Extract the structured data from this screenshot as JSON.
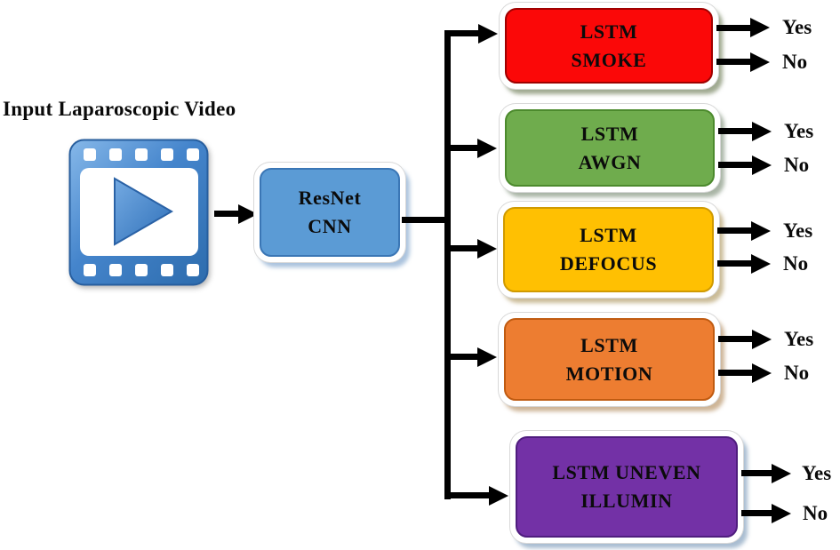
{
  "title": "Input Laparoscopic Video",
  "input_icon": {
    "name": "video-film-icon",
    "body_color": "#3B7BC4",
    "play_color": "#3E83CC"
  },
  "resnet": {
    "line1": "ResNet",
    "line2": "CNN",
    "fill": "#5B9BD5",
    "border": "#3A76B5"
  },
  "branches": [
    {
      "name": "lstm-smoke",
      "line1": "LSTM",
      "line2": "SMOKE",
      "fill": "#FB0808",
      "border": "#A00000",
      "yes": "Yes",
      "no": "No"
    },
    {
      "name": "lstm-awgn",
      "line1": "LSTM",
      "line2": "AWGN",
      "fill": "#6FAC4D",
      "border": "#4C8A2D",
      "yes": "Yes",
      "no": "No"
    },
    {
      "name": "lstm-defocus",
      "line1": "LSTM",
      "line2": "DEFOCUS",
      "fill": "#FFC002",
      "border": "#D09A00",
      "yes": "Yes",
      "no": "No"
    },
    {
      "name": "lstm-motion",
      "line1": "LSTM",
      "line2": "MOTION",
      "fill": "#ED7D31",
      "border": "#C05B11",
      "yes": "Yes",
      "no": "No"
    },
    {
      "name": "lstm-uneven-illumin",
      "line1": "LSTM UNEVEN",
      "line2": "ILLUMIN",
      "fill": "#7331A6",
      "border": "#4F1D7E",
      "yes": "Yes",
      "no": "No"
    }
  ]
}
